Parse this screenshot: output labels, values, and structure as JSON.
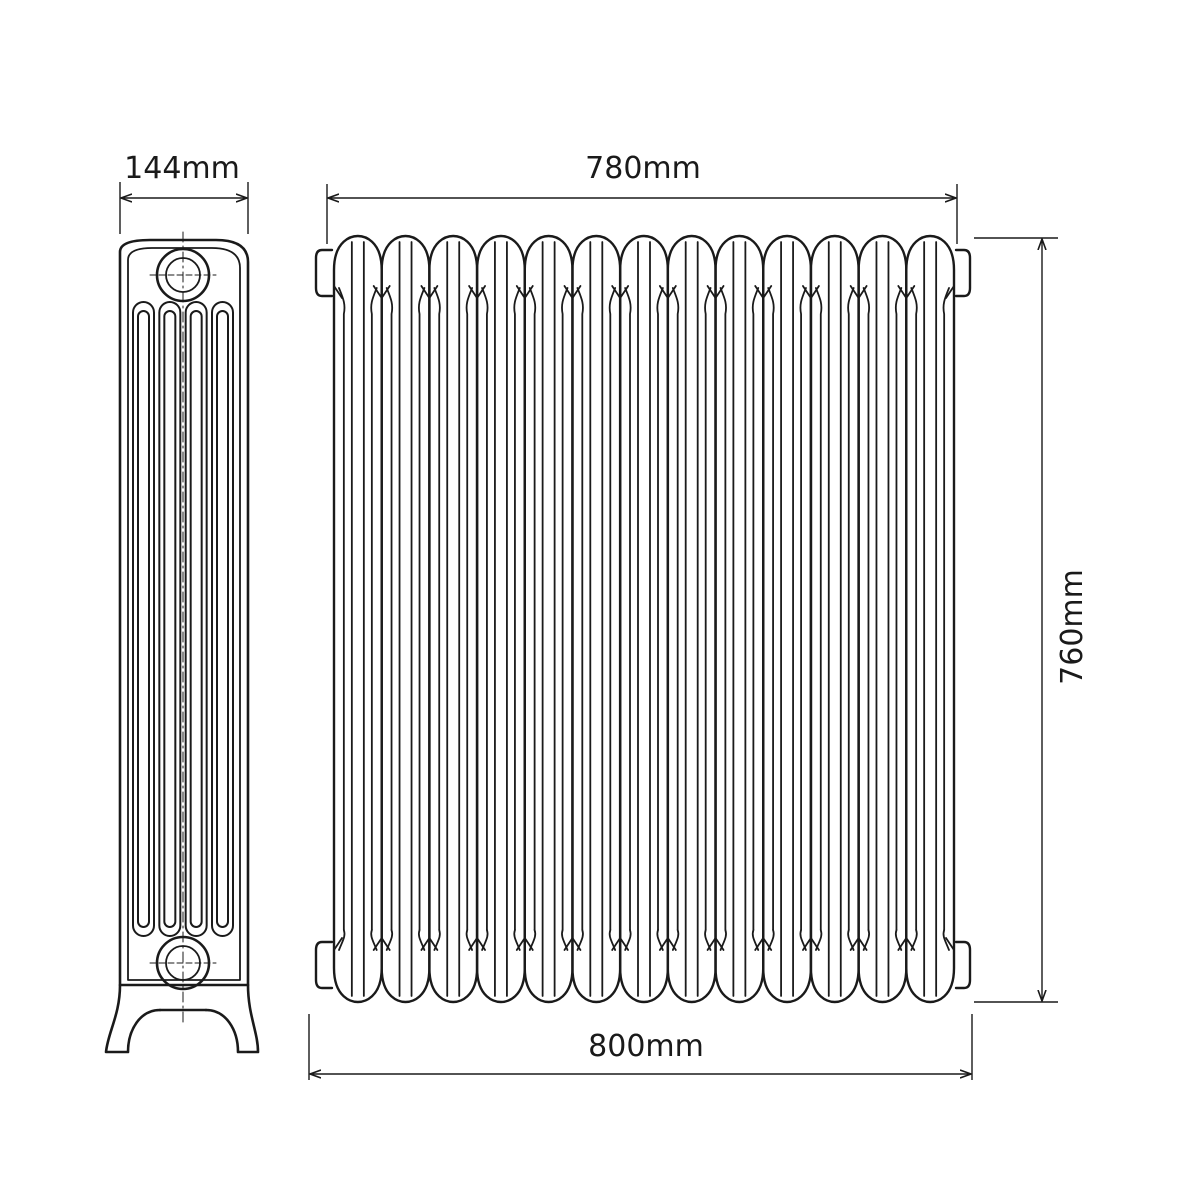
{
  "dimensions": {
    "side_depth": "144mm",
    "top_width": "780mm",
    "bottom_width": "800mm",
    "height": "760mm"
  },
  "radiator": {
    "section_count": 13,
    "side_view_columns": 4
  },
  "colors": {
    "line": "#1a1a1a",
    "background": "#ffffff"
  }
}
